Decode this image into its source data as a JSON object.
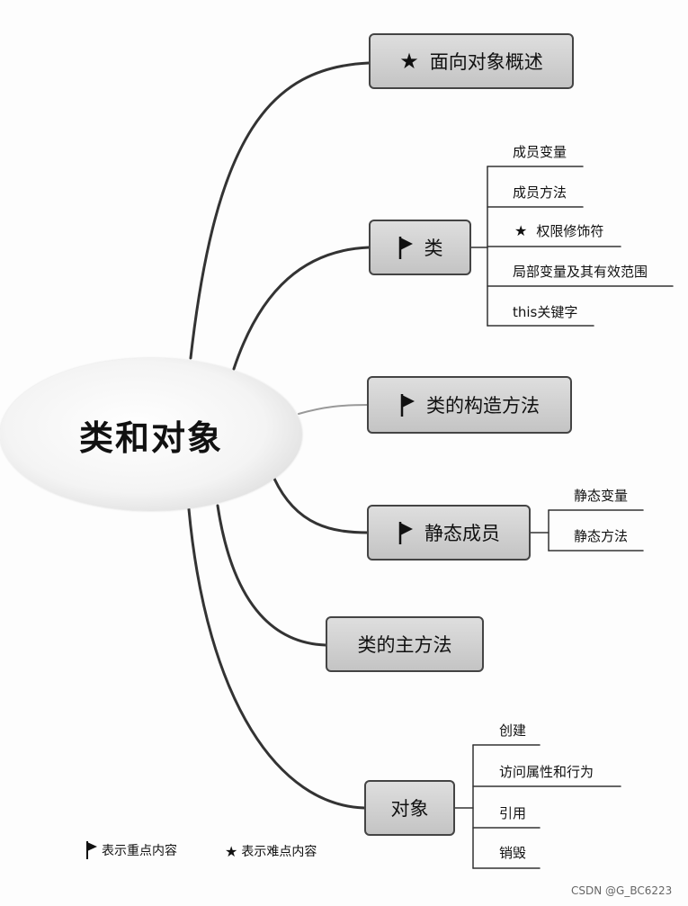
{
  "center": {
    "title": "类和对象"
  },
  "nodes": {
    "overview": {
      "label": "面向对象概述",
      "icon": "star-icon"
    },
    "class": {
      "label": "类",
      "icon": "flag-icon",
      "leaves": [
        "成员变量",
        "成员方法",
        "权限修饰符",
        "局部变量及其有效范围",
        "this关键字"
      ],
      "starred_leaf": "权限修饰符"
    },
    "constructor": {
      "label": "类的构造方法",
      "icon": "flag-icon"
    },
    "static": {
      "label": "静态成员",
      "icon": "flag-icon",
      "leaves": [
        "静态变量",
        "静态方法"
      ]
    },
    "main": {
      "label": "类的主方法"
    },
    "object": {
      "label": "对象",
      "leaves": [
        "创建",
        "访问属性和行为",
        "引用",
        "销毁"
      ]
    }
  },
  "legend": {
    "flag": {
      "icon": "flag-icon",
      "text": "表示重点内容"
    },
    "star": {
      "icon": "star-icon",
      "text": "表示难点内容"
    }
  },
  "watermark": "CSDN @G_BC6223"
}
